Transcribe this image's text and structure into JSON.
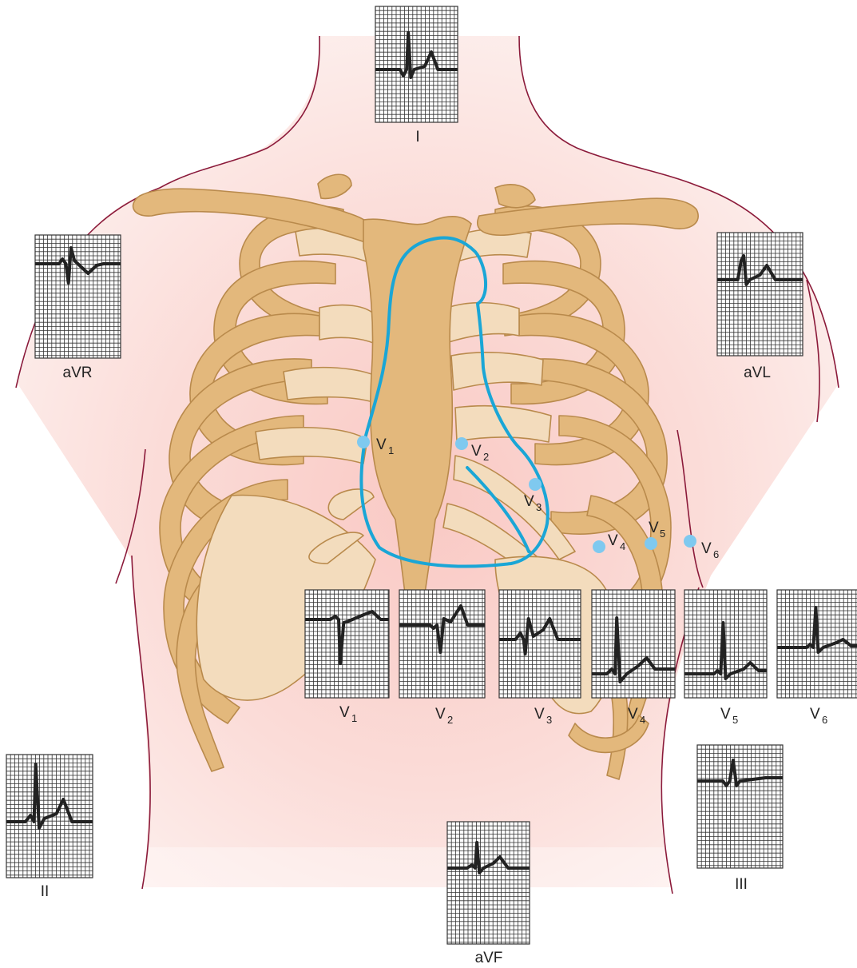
{
  "colors": {
    "skin": "#fbdcd8",
    "skin_glow": "#f6b8b2",
    "outline": "#8b1a3a",
    "bone_dark": "#e3b87c",
    "bone_light": "#f3dcbd",
    "bone_stroke": "#b98a4c",
    "heart": "#1aa6d6",
    "electrode": "#7fc9ef",
    "ecg_trace": "#222222",
    "grid": "#333333"
  },
  "limb_leads": [
    {
      "id": "I",
      "label": "I",
      "icon": "ecg-strip"
    },
    {
      "id": "aVR",
      "label": "aVR",
      "icon": "ecg-strip"
    },
    {
      "id": "aVL",
      "label": "aVL",
      "icon": "ecg-strip"
    },
    {
      "id": "II",
      "label": "II",
      "icon": "ecg-strip"
    },
    {
      "id": "aVF",
      "label": "aVF",
      "icon": "ecg-strip"
    },
    {
      "id": "III",
      "label": "III",
      "icon": "ecg-strip"
    }
  ],
  "precordial_leads": [
    {
      "id": "V1",
      "letter": "V",
      "sub": "1"
    },
    {
      "id": "V2",
      "letter": "V",
      "sub": "2"
    },
    {
      "id": "V3",
      "letter": "V",
      "sub": "3"
    },
    {
      "id": "V4",
      "letter": "V",
      "sub": "4"
    },
    {
      "id": "V5",
      "letter": "V",
      "sub": "5"
    },
    {
      "id": "V6",
      "letter": "V",
      "sub": "6"
    }
  ],
  "electrodes": [
    {
      "id": "V1",
      "letter": "V",
      "sub": "1"
    },
    {
      "id": "V2",
      "letter": "V",
      "sub": "2"
    },
    {
      "id": "V3",
      "letter": "V",
      "sub": "3"
    },
    {
      "id": "V4",
      "letter": "V",
      "sub": "4"
    },
    {
      "id": "V5",
      "letter": "V",
      "sub": "5"
    },
    {
      "id": "V6",
      "letter": "V",
      "sub": "6"
    }
  ]
}
